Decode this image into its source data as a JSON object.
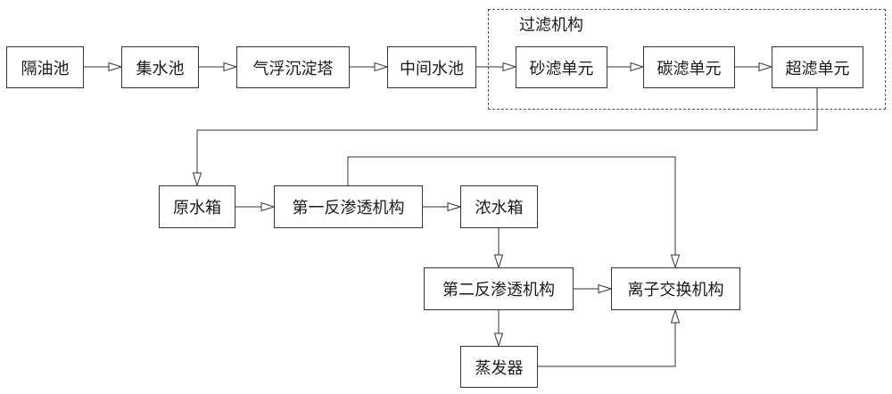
{
  "nodes": {
    "oil_separator": "隔油池",
    "collection_tank": "集水池",
    "flotation_tower": "气浮沉淀塔",
    "intermediate_tank": "中间水池",
    "sand_filter": "砂滤单元",
    "carbon_filter": "碳滤单元",
    "ultrafiltration": "超滤单元",
    "raw_water_tank": "原水箱",
    "first_ro": "第一反渗透机构",
    "concentrate_tank": "浓水箱",
    "second_ro": "第二反渗透机构",
    "ion_exchange": "离子交换机构",
    "evaporator": "蒸发器"
  },
  "groups": {
    "filtration": "过滤机构"
  },
  "edges": [
    {
      "from": "oil_separator",
      "to": "collection_tank"
    },
    {
      "from": "collection_tank",
      "to": "flotation_tower"
    },
    {
      "from": "flotation_tower",
      "to": "intermediate_tank"
    },
    {
      "from": "intermediate_tank",
      "to": "sand_filter"
    },
    {
      "from": "sand_filter",
      "to": "carbon_filter"
    },
    {
      "from": "carbon_filter",
      "to": "ultrafiltration"
    },
    {
      "from": "ultrafiltration",
      "to": "raw_water_tank"
    },
    {
      "from": "raw_water_tank",
      "to": "first_ro"
    },
    {
      "from": "first_ro",
      "to": "concentrate_tank"
    },
    {
      "from": "first_ro",
      "to": "ion_exchange"
    },
    {
      "from": "concentrate_tank",
      "to": "second_ro"
    },
    {
      "from": "second_ro",
      "to": "ion_exchange"
    },
    {
      "from": "second_ro",
      "to": "evaporator"
    },
    {
      "from": "evaporator",
      "to": "ion_exchange"
    }
  ],
  "colors": {
    "line": "#333333",
    "dashed_border": "#555555"
  }
}
